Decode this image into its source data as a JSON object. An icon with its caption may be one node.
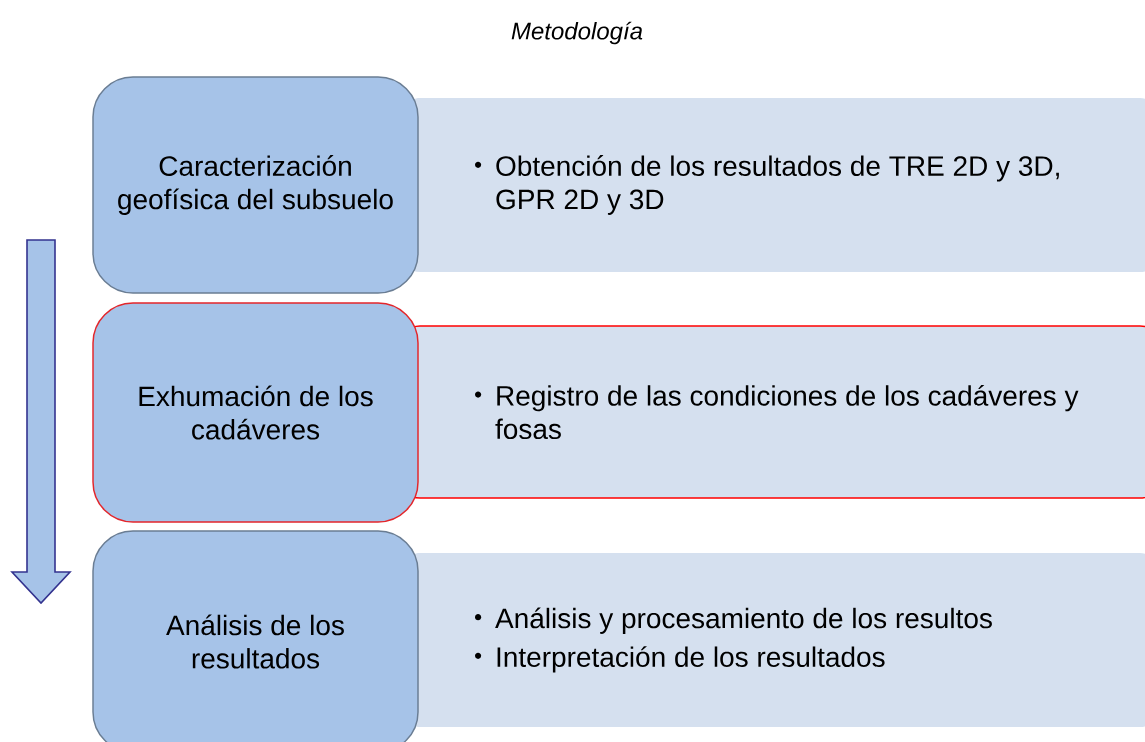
{
  "diagram": {
    "title": "Metodología",
    "nodes": [
      {
        "text": [
          "Caracterización geofísica del subsuelo"
        ]
      },
      {
        "text": [
          "Obtención de los resultados de TRE 2D y 3D, GPR 2D y 3D"
        ]
      },
      {
        "text": [
          "Exhumación de los cadáveres"
        ]
      },
      {
        "text": [
          "Registro de las condiciones de los cadáveres y fosas"
        ]
      },
      {
        "text": [
          "Análisis de los resultados"
        ]
      },
      {
        "text": [
          "Análisis y procesamiento de los resultos",
          "Interpretación de los resultados"
        ]
      }
    ]
  }
}
